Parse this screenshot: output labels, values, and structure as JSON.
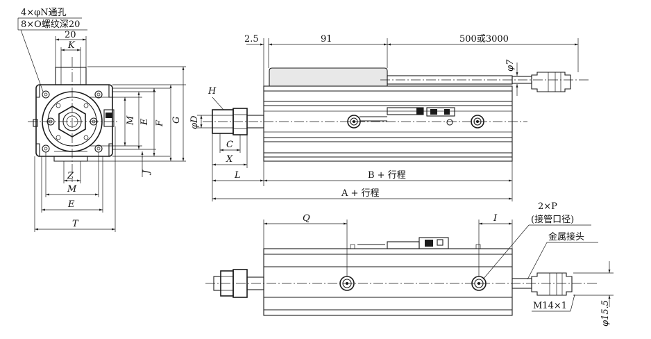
{
  "notes": {
    "holes_through": "4×φN通孔",
    "holes_threaded": "8×O螺纹深20"
  },
  "front_view": {
    "dim_width_top": "20",
    "dim_k": "K",
    "dim_m_vertical": "M",
    "dim_e_vertical": "E",
    "dim_f_vertical": "F",
    "dim_g_vertical": "G",
    "dim_j": "J",
    "dim_z": "Z",
    "dim_m_horizontal": "M",
    "dim_e_horizontal": "E",
    "dim_t": "T"
  },
  "side_view": {
    "dim_offset": "2.5",
    "dim_body_front": "91",
    "dim_stroke_range": "500或3000",
    "dim_cable_dia": "φ7",
    "dim_h": "H",
    "dim_rod_dia": "φD",
    "dim_c": "C",
    "dim_x": "X",
    "dim_l": "L",
    "dim_b_stroke": "B + 行程",
    "dim_a_stroke": "A + 行程"
  },
  "bottom_view": {
    "dim_q": "Q",
    "dim_i": "I",
    "port_callout": "2×P",
    "port_desc": "(接管口径)",
    "metal_connector": "金属接头",
    "thread_spec": "M14×1",
    "dim_connector_dia": "φ15.5"
  }
}
